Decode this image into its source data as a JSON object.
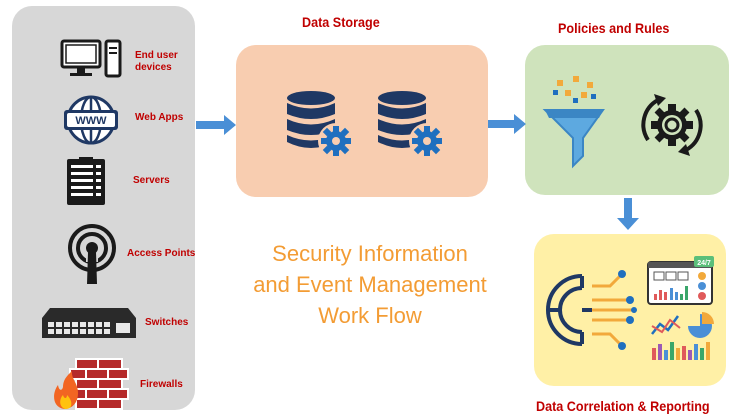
{
  "sources": {
    "items": [
      {
        "label_lines": [
          "End user",
          "devices"
        ],
        "icon": "desktop-computer-icon"
      },
      {
        "label_lines": [
          "Web Apps"
        ],
        "icon": "www-globe-icon"
      },
      {
        "label_lines": [
          "Servers"
        ],
        "icon": "server-rack-icon"
      },
      {
        "label_lines": [
          "Access Points"
        ],
        "icon": "wireless-access-point-icon"
      },
      {
        "label_lines": [
          "Switches"
        ],
        "icon": "network-switch-icon"
      },
      {
        "label_lines": [
          "Firewalls"
        ],
        "icon": "firewall-icon"
      }
    ]
  },
  "storage": {
    "heading": "Data Storage",
    "icons": [
      "database-gear-icon",
      "database-gear-icon"
    ]
  },
  "policies": {
    "heading": "Policies and Rules",
    "icons": [
      "filter-funnel-icon",
      "gear-cycle-icon"
    ]
  },
  "reporting": {
    "heading": "Data Correlation & Reporting",
    "icons": [
      "ai-circuit-icon",
      "dashboard-icon",
      "charts-icon"
    ],
    "badge": "24/7"
  },
  "title": {
    "lines": [
      "Security Information",
      "and Event Management",
      "Work Flow"
    ]
  },
  "colors": {
    "label_red": "#c00000",
    "title_orange": "#f39c34",
    "arrow_blue": "#4a8fd6",
    "icon_navy": "#1f3864",
    "sources_panel": "#d7d7d7",
    "storage_panel": "#f8cdb0",
    "policies_panel": "#cfe3bc",
    "reporting_panel": "#fff0a6"
  }
}
